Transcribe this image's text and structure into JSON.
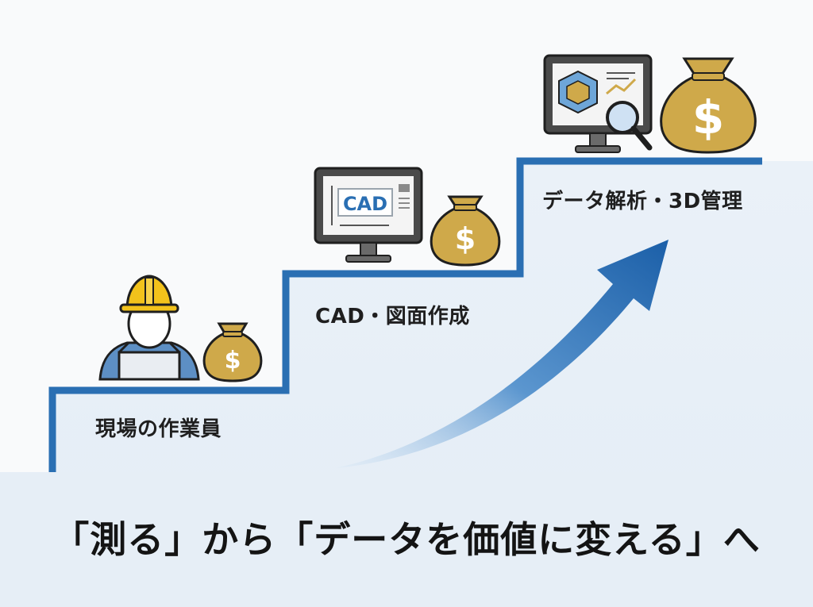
{
  "steps": [
    {
      "label": "現場の作業員",
      "icon": "worker-icon"
    },
    {
      "label": "CAD・図面作成",
      "icon": "cad-monitor-icon"
    },
    {
      "label": "データ解析・3D管理",
      "icon": "analytics-monitor-icon"
    }
  ],
  "cad_screen_text": "CAD",
  "money_symbol": "$",
  "headline": "「測る」から「データを価値に変える」へ",
  "colors": {
    "stair_blue": "#2a6fb3",
    "stair_fill": "#e8f0f8",
    "arrow_dark": "#1b5fa8",
    "money_gold": "#cfa94a",
    "helmet_yellow": "#f2c21b"
  }
}
